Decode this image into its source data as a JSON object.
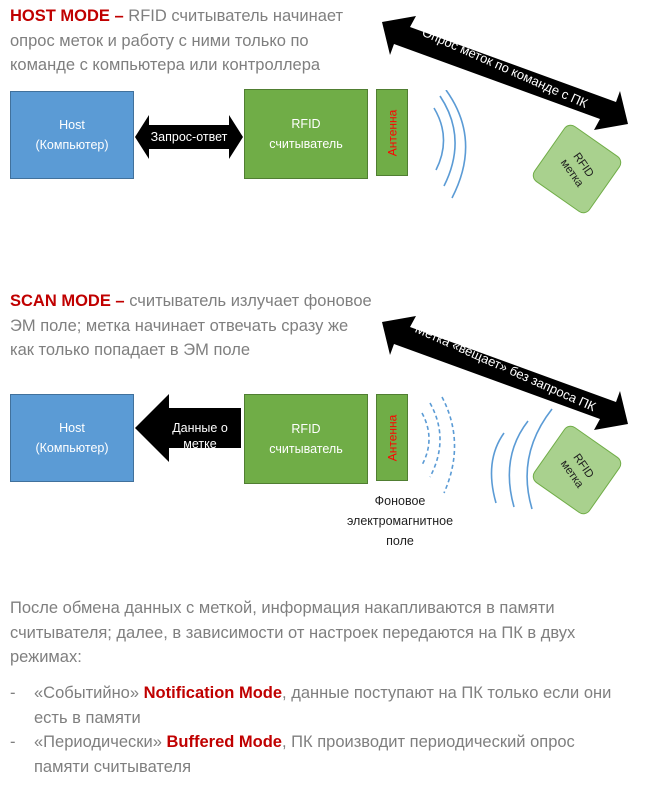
{
  "host_section": {
    "mode_label": "HOST MODE",
    "dash": " – ",
    "line1_rest": "RFID считыватель начинает",
    "line2": "опрос меток и работу с ними только по",
    "line3": "команде с компьютера или контроллера",
    "host_box": {
      "title": "Host",
      "subtitle": "(Компьютер)"
    },
    "arrow_label": "Запрос-ответ",
    "reader_box": {
      "title": "RFID",
      "subtitle": "считыватель"
    },
    "antenna_label": "Антенна",
    "tag": {
      "title": "RFID",
      "subtitle": "метка"
    },
    "diagonal_label": "Опрос меток по команде с ПК"
  },
  "scan_section": {
    "mode_label": "SCAN MODE",
    "dash": " – ",
    "line1_rest": "считыватель излучает фоновое",
    "line2": "ЭМ поле; метка начинает отвечать сразу же",
    "line3": "как только попадает в ЭМ поле",
    "host_box": {
      "title": "Host",
      "subtitle": "(Компьютер)"
    },
    "arrow_label_1": "Данные о",
    "arrow_label_2": "метке",
    "reader_box": {
      "title": "RFID",
      "subtitle": "считыватель"
    },
    "antenna_label": "Антенна",
    "tag": {
      "title": "RFID",
      "subtitle": "метка"
    },
    "diagonal_label": "Метка «вещает» без запроса ПК",
    "field_label_1": "Фоновое",
    "field_label_2": "электромагнитное",
    "field_label_3": "поле"
  },
  "footer": {
    "line1": "После обмена данных с меткой, информация накапливаются в памяти",
    "line2": "считывателя; далее, в зависимости от настроек передаются на ПК в двух",
    "line3": "режимах:",
    "items": [
      {
        "prefix": "«Событийно» ",
        "mode": "Notification Mode",
        "rest1": ", данные поступают на ПК только если они",
        "rest2": "есть в памяти"
      },
      {
        "prefix": "«Периодически» ",
        "mode": "Buffered Mode",
        "rest1": ", ПК производит периодический опрос",
        "rest2": "памяти считывателя"
      }
    ]
  },
  "colors": {
    "mode_red": "#c00000",
    "host_blue": "#5b9bd5",
    "reader_green": "#70ad47",
    "tag_green": "#a9d18e",
    "wave_blue": "#5b9bd5",
    "antenna_text": "#ff0000",
    "body_gray": "#7f7f7f"
  }
}
